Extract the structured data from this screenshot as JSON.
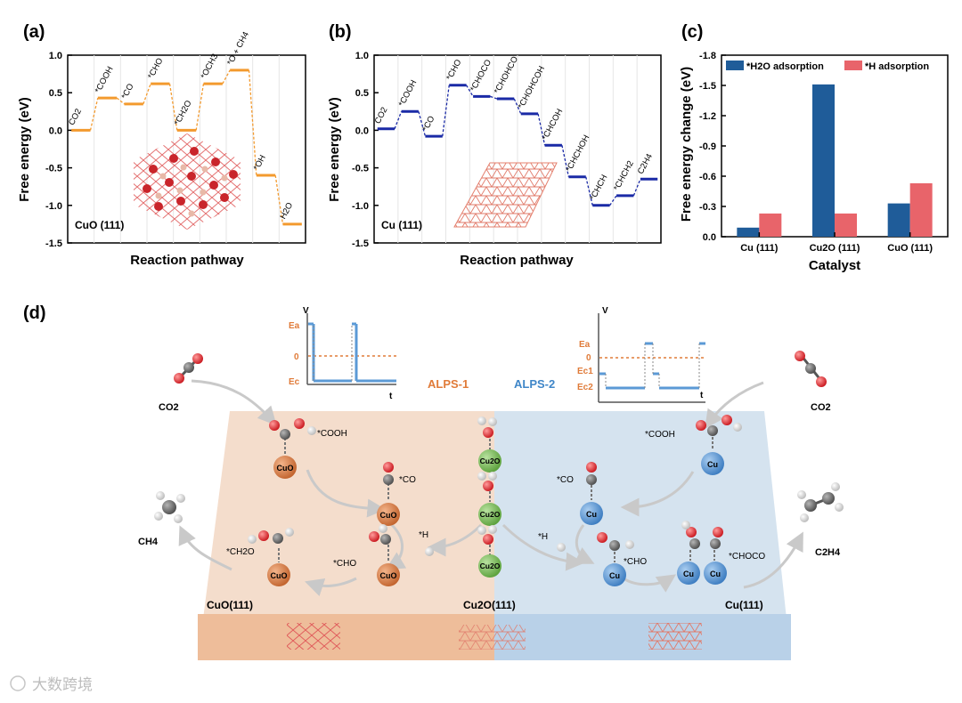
{
  "panels": {
    "a": "(a)",
    "b": "(b)",
    "c": "(c)",
    "d": "(d)"
  },
  "chart_data": [
    {
      "type": "line",
      "panel": "(a)",
      "xlabel": "Reaction pathway",
      "ylabel": "Free energy (eV)",
      "ylim": [
        -1.5,
        1.0
      ],
      "yticks": [
        "1.0",
        "0.5",
        "0.0",
        "-0.5",
        "-1.0",
        "-1.5"
      ],
      "annotation": "CuO (111)",
      "series": [
        {
          "color": "#f39a2e",
          "points": [
            {
              "label": "CO2",
              "y": 0.0
            },
            {
              "label": "*COOH",
              "y": 0.43
            },
            {
              "label": "*CO",
              "y": 0.35
            },
            {
              "label": "*CHO",
              "y": 0.62
            },
            {
              "label": "*CH2O",
              "y": 0.0
            },
            {
              "label": "*OCH3",
              "y": 0.62
            },
            {
              "label": "*O + CH4",
              "y": 0.8
            },
            {
              "label": "*OH",
              "y": -0.6
            },
            {
              "label": "H2O",
              "y": -1.25
            }
          ]
        }
      ]
    },
    {
      "type": "line",
      "panel": "(b)",
      "xlabel": "Reaction pathway",
      "ylabel": "Free energy (eV)",
      "ylim": [
        -1.5,
        1.0
      ],
      "yticks": [
        "1.0",
        "0.5",
        "0.0",
        "-0.5",
        "-1.0",
        "-1.5"
      ],
      "annotation": "Cu (111)",
      "series": [
        {
          "color": "#1a2aa6",
          "points": [
            {
              "label": "CO2",
              "y": 0.02
            },
            {
              "label": "*COOH",
              "y": 0.25
            },
            {
              "label": "*CO",
              "y": -0.08
            },
            {
              "label": "*CHO",
              "y": 0.6
            },
            {
              "label": "*CHOCO",
              "y": 0.45
            },
            {
              "label": "*CHOHCO",
              "y": 0.42
            },
            {
              "label": "*CHOHCOH",
              "y": 0.22
            },
            {
              "label": "*CHCOH",
              "y": -0.2
            },
            {
              "label": "*CHCHOH",
              "y": -0.62
            },
            {
              "label": "*CHCH",
              "y": -1.0
            },
            {
              "label": "*CHCH2",
              "y": -0.87
            },
            {
              "label": "C2H4",
              "y": -0.65
            }
          ]
        }
      ]
    },
    {
      "type": "bar",
      "panel": "(c)",
      "xlabel": "Catalyst",
      "ylabel": "Free energy change (eV)",
      "ylim": [
        0,
        -1.8
      ],
      "yticks": [
        "-1.8",
        "-1.5",
        "-1.2",
        "-0.9",
        "-0.6",
        "-0.3",
        "0.0"
      ],
      "categories": [
        "Cu (111)",
        "Cu2O (111)",
        "CuO (111)"
      ],
      "legend": "top",
      "series": [
        {
          "name": "*H2O adsorption",
          "color": "#1f5c99",
          "values": [
            -0.09,
            -1.51,
            -0.33
          ]
        },
        {
          "name": "*H adsorption",
          "color": "#e8646a",
          "values": [
            -0.23,
            -0.23,
            -0.53
          ]
        }
      ]
    }
  ],
  "scheme": {
    "left_label": "ALPS-1",
    "right_label": "ALPS-2",
    "sites": {
      "left": "CuO(111)",
      "mid": "Cu2O(111)",
      "right": "Cu(111)"
    },
    "species": {
      "co2_left": "CO2",
      "co2_right": "CO2",
      "ch4": "CH4",
      "c2h4": "C2H4",
      "cooh_left": "*COOH",
      "cooh_right": "*COOH",
      "co_left": "*CO",
      "co_right": "*CO",
      "h_left": "*H",
      "h_right": "*H",
      "cho_left": "*CHO",
      "cho_right": "*CHO",
      "ch2o": "*CH2O",
      "choco": "*CHOCO"
    },
    "atom_cuo": "CuO",
    "atom_cu": "Cu",
    "atom_cu2o": "Cu2O",
    "pot1": {
      "v": "V",
      "ea": "Ea",
      "zero": "0",
      "ec": "Ec",
      "t": "t"
    },
    "pot2": {
      "v": "V",
      "ea": "Ea",
      "zero": "0",
      "ec1": "Ec1",
      "ec2": "Ec2",
      "t": "t"
    }
  },
  "watermark": "大数跨境"
}
